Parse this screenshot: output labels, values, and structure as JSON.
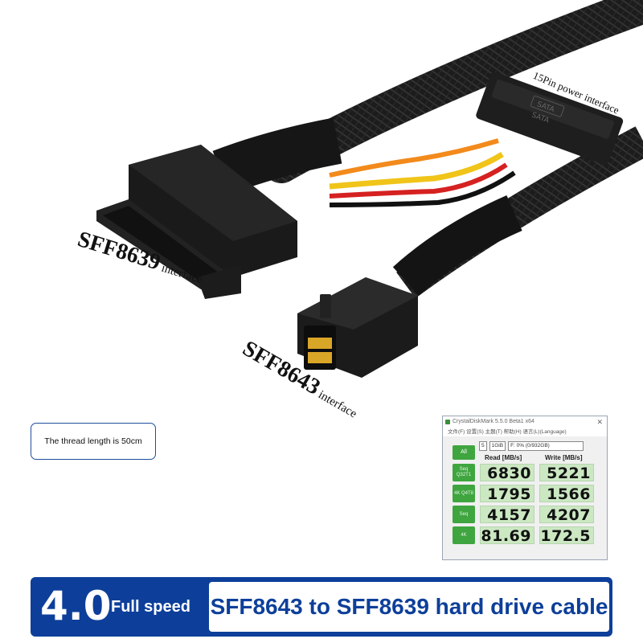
{
  "labels": {
    "sff8639_main": "SFF8639",
    "sff8639_sub": "interface",
    "sff8643_main": "SFF8643",
    "sff8643_sub": "interface",
    "power": "15Pin power interface",
    "sata": "SATA"
  },
  "length_note": "The thread length is 50cm",
  "benchmark": {
    "window_title": "CrystalDiskMark 5.5.0 Beta1 x64",
    "menu": "文件(F)  设置(S)  主题(T)  帮助(H)  语言(L)(Language)",
    "runs": "5",
    "size": "1GiB",
    "drive": "F: 0% (0/932GB)",
    "all_button": "All",
    "read_header": "Read [MB/s]",
    "write_header": "Write [MB/s]",
    "rows": [
      {
        "label": "Seq Q32T1",
        "read": "6830",
        "write": "5221"
      },
      {
        "label": "4K Q4T8",
        "read": "1795",
        "write": "1566"
      },
      {
        "label": "Seq",
        "read": "4157",
        "write": "4207"
      },
      {
        "label": "4K",
        "read": "81.69",
        "write": "172.5"
      }
    ]
  },
  "banner": {
    "version": "4.0",
    "full_speed": "Full speed",
    "title": "SFF8643 to SFF8639 hard drive cable"
  },
  "colors": {
    "banner_blue": "#0d3f9a",
    "benchmark_green": "#3fa53f",
    "cable_black": "#1a1a1a"
  }
}
